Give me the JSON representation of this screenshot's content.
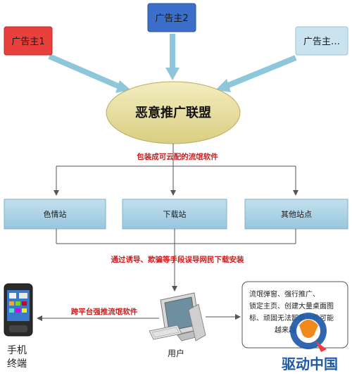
{
  "advertisers": [
    {
      "label": "广告主1",
      "fill": "#e8403c"
    },
    {
      "label": "广告主2",
      "fill": "#3b6fc9"
    },
    {
      "label": "广告主…",
      "fill": "#c9e3ef"
    }
  ],
  "alliance": {
    "label": "恶意推广联盟",
    "fill": "#e8df9e"
  },
  "labels": {
    "package": "包装成可云配的流氓软件",
    "lure": "通过诱导、欺骗等手段误导网民下载安装",
    "cross_platform": "跨平台强推流氓软件"
  },
  "sites": [
    {
      "label": "色情站"
    },
    {
      "label": "下载站"
    },
    {
      "label": "其他站点"
    }
  ],
  "user": {
    "label": "用户"
  },
  "phone": {
    "label_line1": "手机",
    "label_line2": "终端"
  },
  "callout": {
    "lines": [
      "流氓弹窗、强行推广、",
      "锁定主页、创建大量桌面图",
      "标、顽固无法卸载软件可能",
      "越来越"
    ]
  },
  "watermark": {
    "text": "驱动中国"
  },
  "colors": {
    "arrow": "#8ec6dc",
    "site_box": "#a9d1e4",
    "connector": "#555555",
    "label_red": "#d11c1c"
  }
}
